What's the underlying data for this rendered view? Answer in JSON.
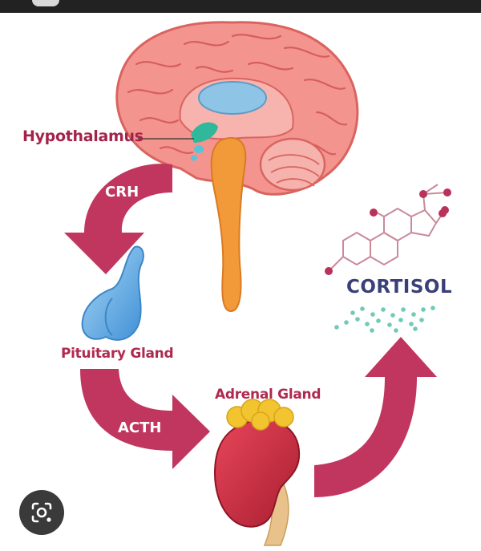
{
  "labels": {
    "hypothalamus": "Hypothalamus",
    "crh": "CRH",
    "pituitary": "Pituitary Gland",
    "adrenal": "Adrenal Gland",
    "acth": "ACTH",
    "cortisol": "CORTISOL"
  },
  "colors": {
    "arrow": "#c0365f",
    "brain": "#f4948e",
    "label_text": "#b0294f",
    "cortisol_text": "#3a3f78",
    "pituitary": "#5aa7e0",
    "kidney": "#cc2a3c",
    "adrenal_fat": "#f2c430"
  },
  "icons": {
    "lens_button": "google-lens-icon"
  }
}
